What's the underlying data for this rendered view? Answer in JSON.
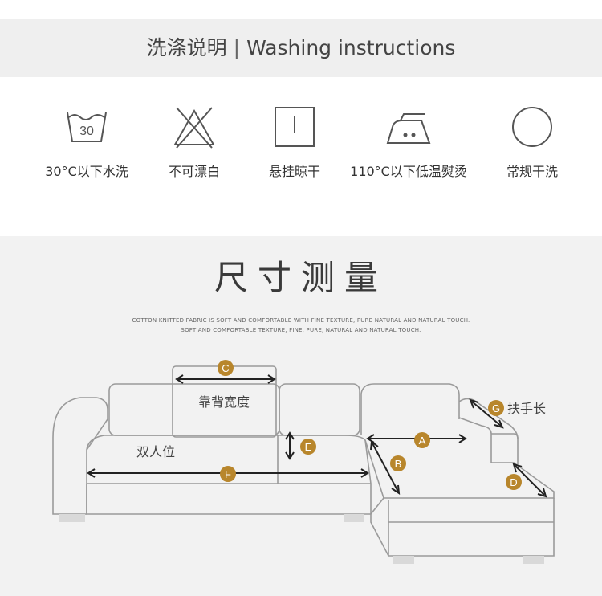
{
  "header": {
    "title_cn": "洗涤说明",
    "separator": "|",
    "title_en": "Washing instructions"
  },
  "care_icons": [
    {
      "icon": "wash-30-icon",
      "temp": "30",
      "label": "30°C以下水洗"
    },
    {
      "icon": "no-bleach-icon",
      "label": "不可漂白"
    },
    {
      "icon": "hang-dry-icon",
      "label": "悬挂晾干"
    },
    {
      "icon": "iron-low-icon",
      "label": "110°C以下低温熨烫"
    },
    {
      "icon": "dry-clean-icon",
      "label": "常规干洗"
    }
  ],
  "size_section": {
    "title": "尺寸测量",
    "tagline_1": "COTTON KNITTED FABRIC IS SOFT AND COMFORTABLE WITH FINE TEXTURE, PURE NATURAL AND NATURAL TOUCH.",
    "tagline_2": "SOFT AND COMFORTABLE TEXTURE, FINE, PURE, NATURAL AND NATURAL TOUCH."
  },
  "diagram": {
    "backrest_width_label": "靠背宽度",
    "two_seater_label": "双人位",
    "armrest_length_label": "扶手长",
    "markers": [
      "A",
      "B",
      "C",
      "D",
      "E",
      "F",
      "G"
    ],
    "marker_color": "#b8862c",
    "line_color": "#9a9a9a"
  }
}
